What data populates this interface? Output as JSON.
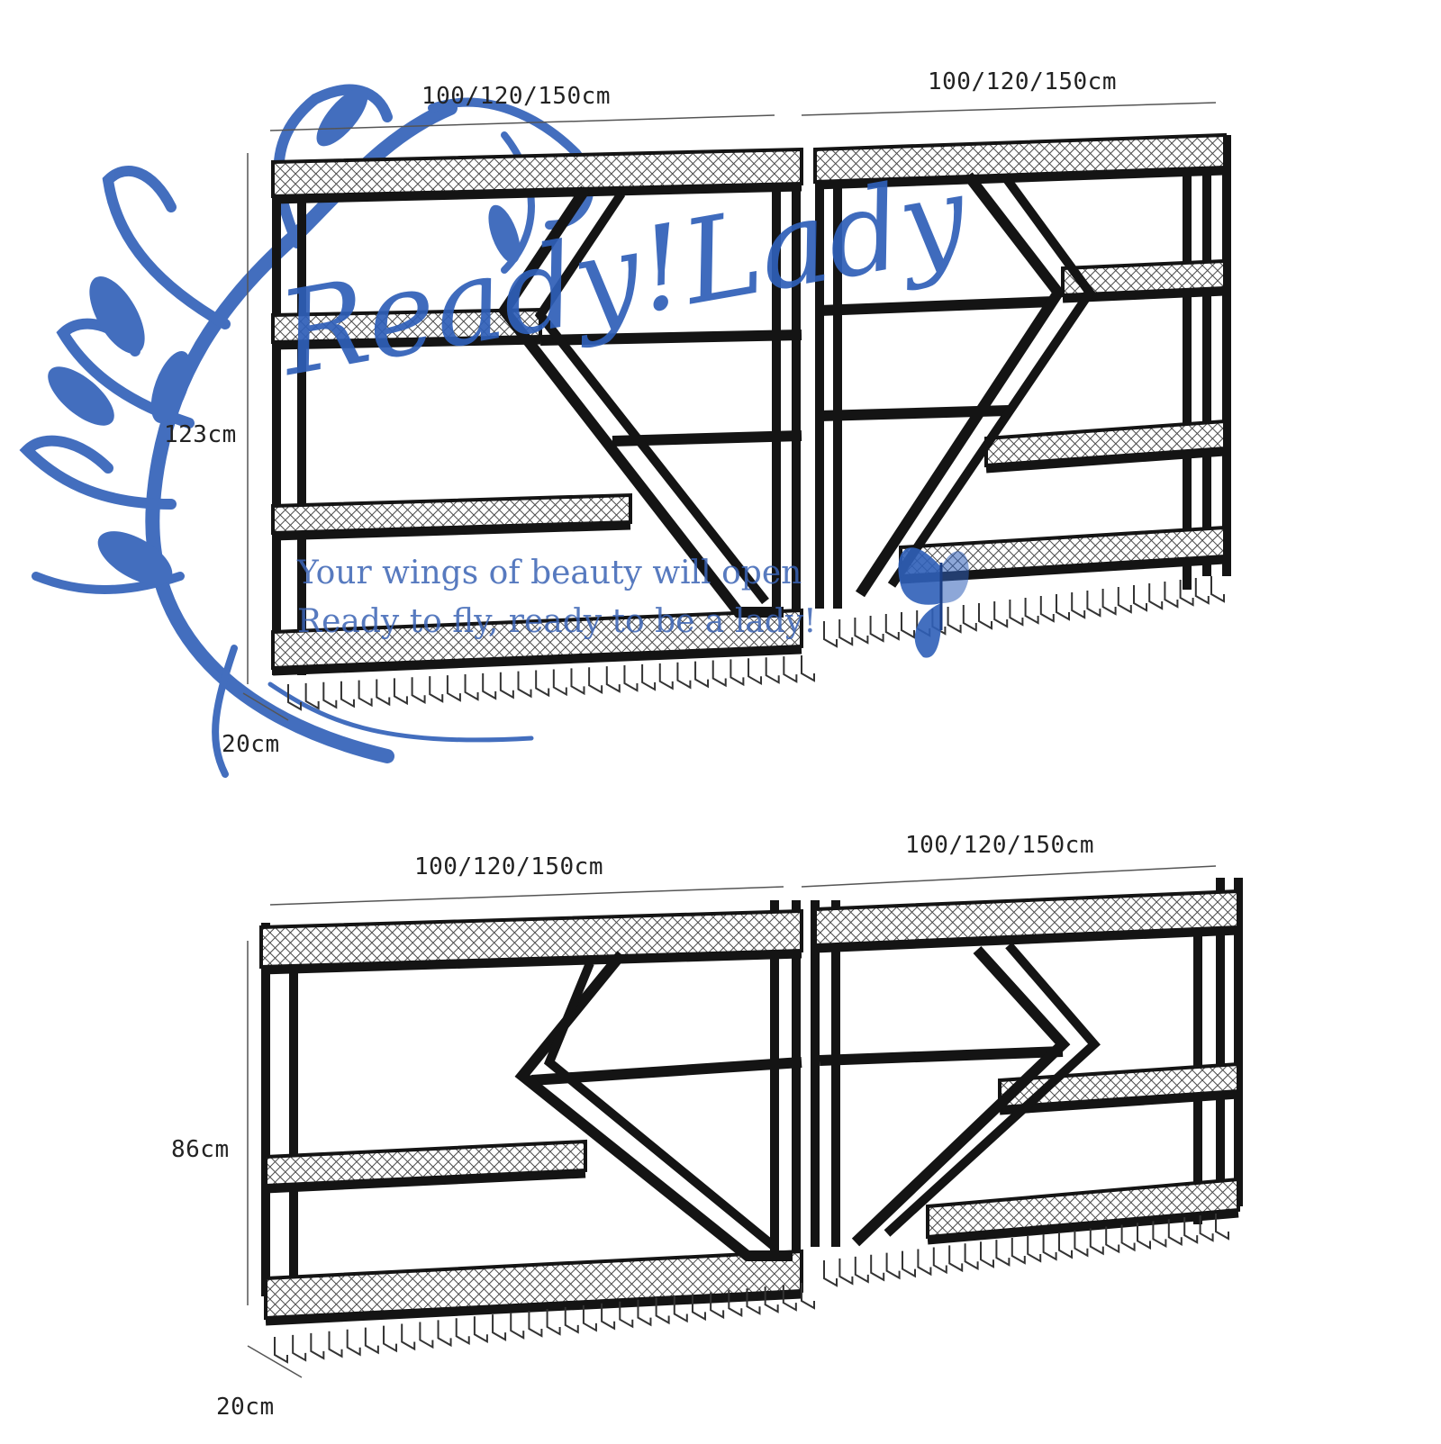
{
  "dimensions": {
    "top_left_width": "100/120/150cm",
    "top_right_width": "100/120/150cm",
    "top_height": "123cm",
    "top_depth": "20cm",
    "bottom_left_width": "100/120/150cm",
    "bottom_right_width": "100/120/150cm",
    "bottom_height": "86cm",
    "bottom_depth": "20cm"
  },
  "watermark": {
    "brand": "Ready!Lady",
    "tagline_1": "Your wings of beauty will open",
    "tagline_2": "Ready to fly, ready to be a lady!"
  },
  "colors": {
    "frame": "#141414",
    "mesh": "#555555",
    "watermark": "#2f5fb8",
    "dimension_line": "#555555"
  },
  "icons": [
    "floral-vine-icon",
    "butterfly-icon"
  ]
}
